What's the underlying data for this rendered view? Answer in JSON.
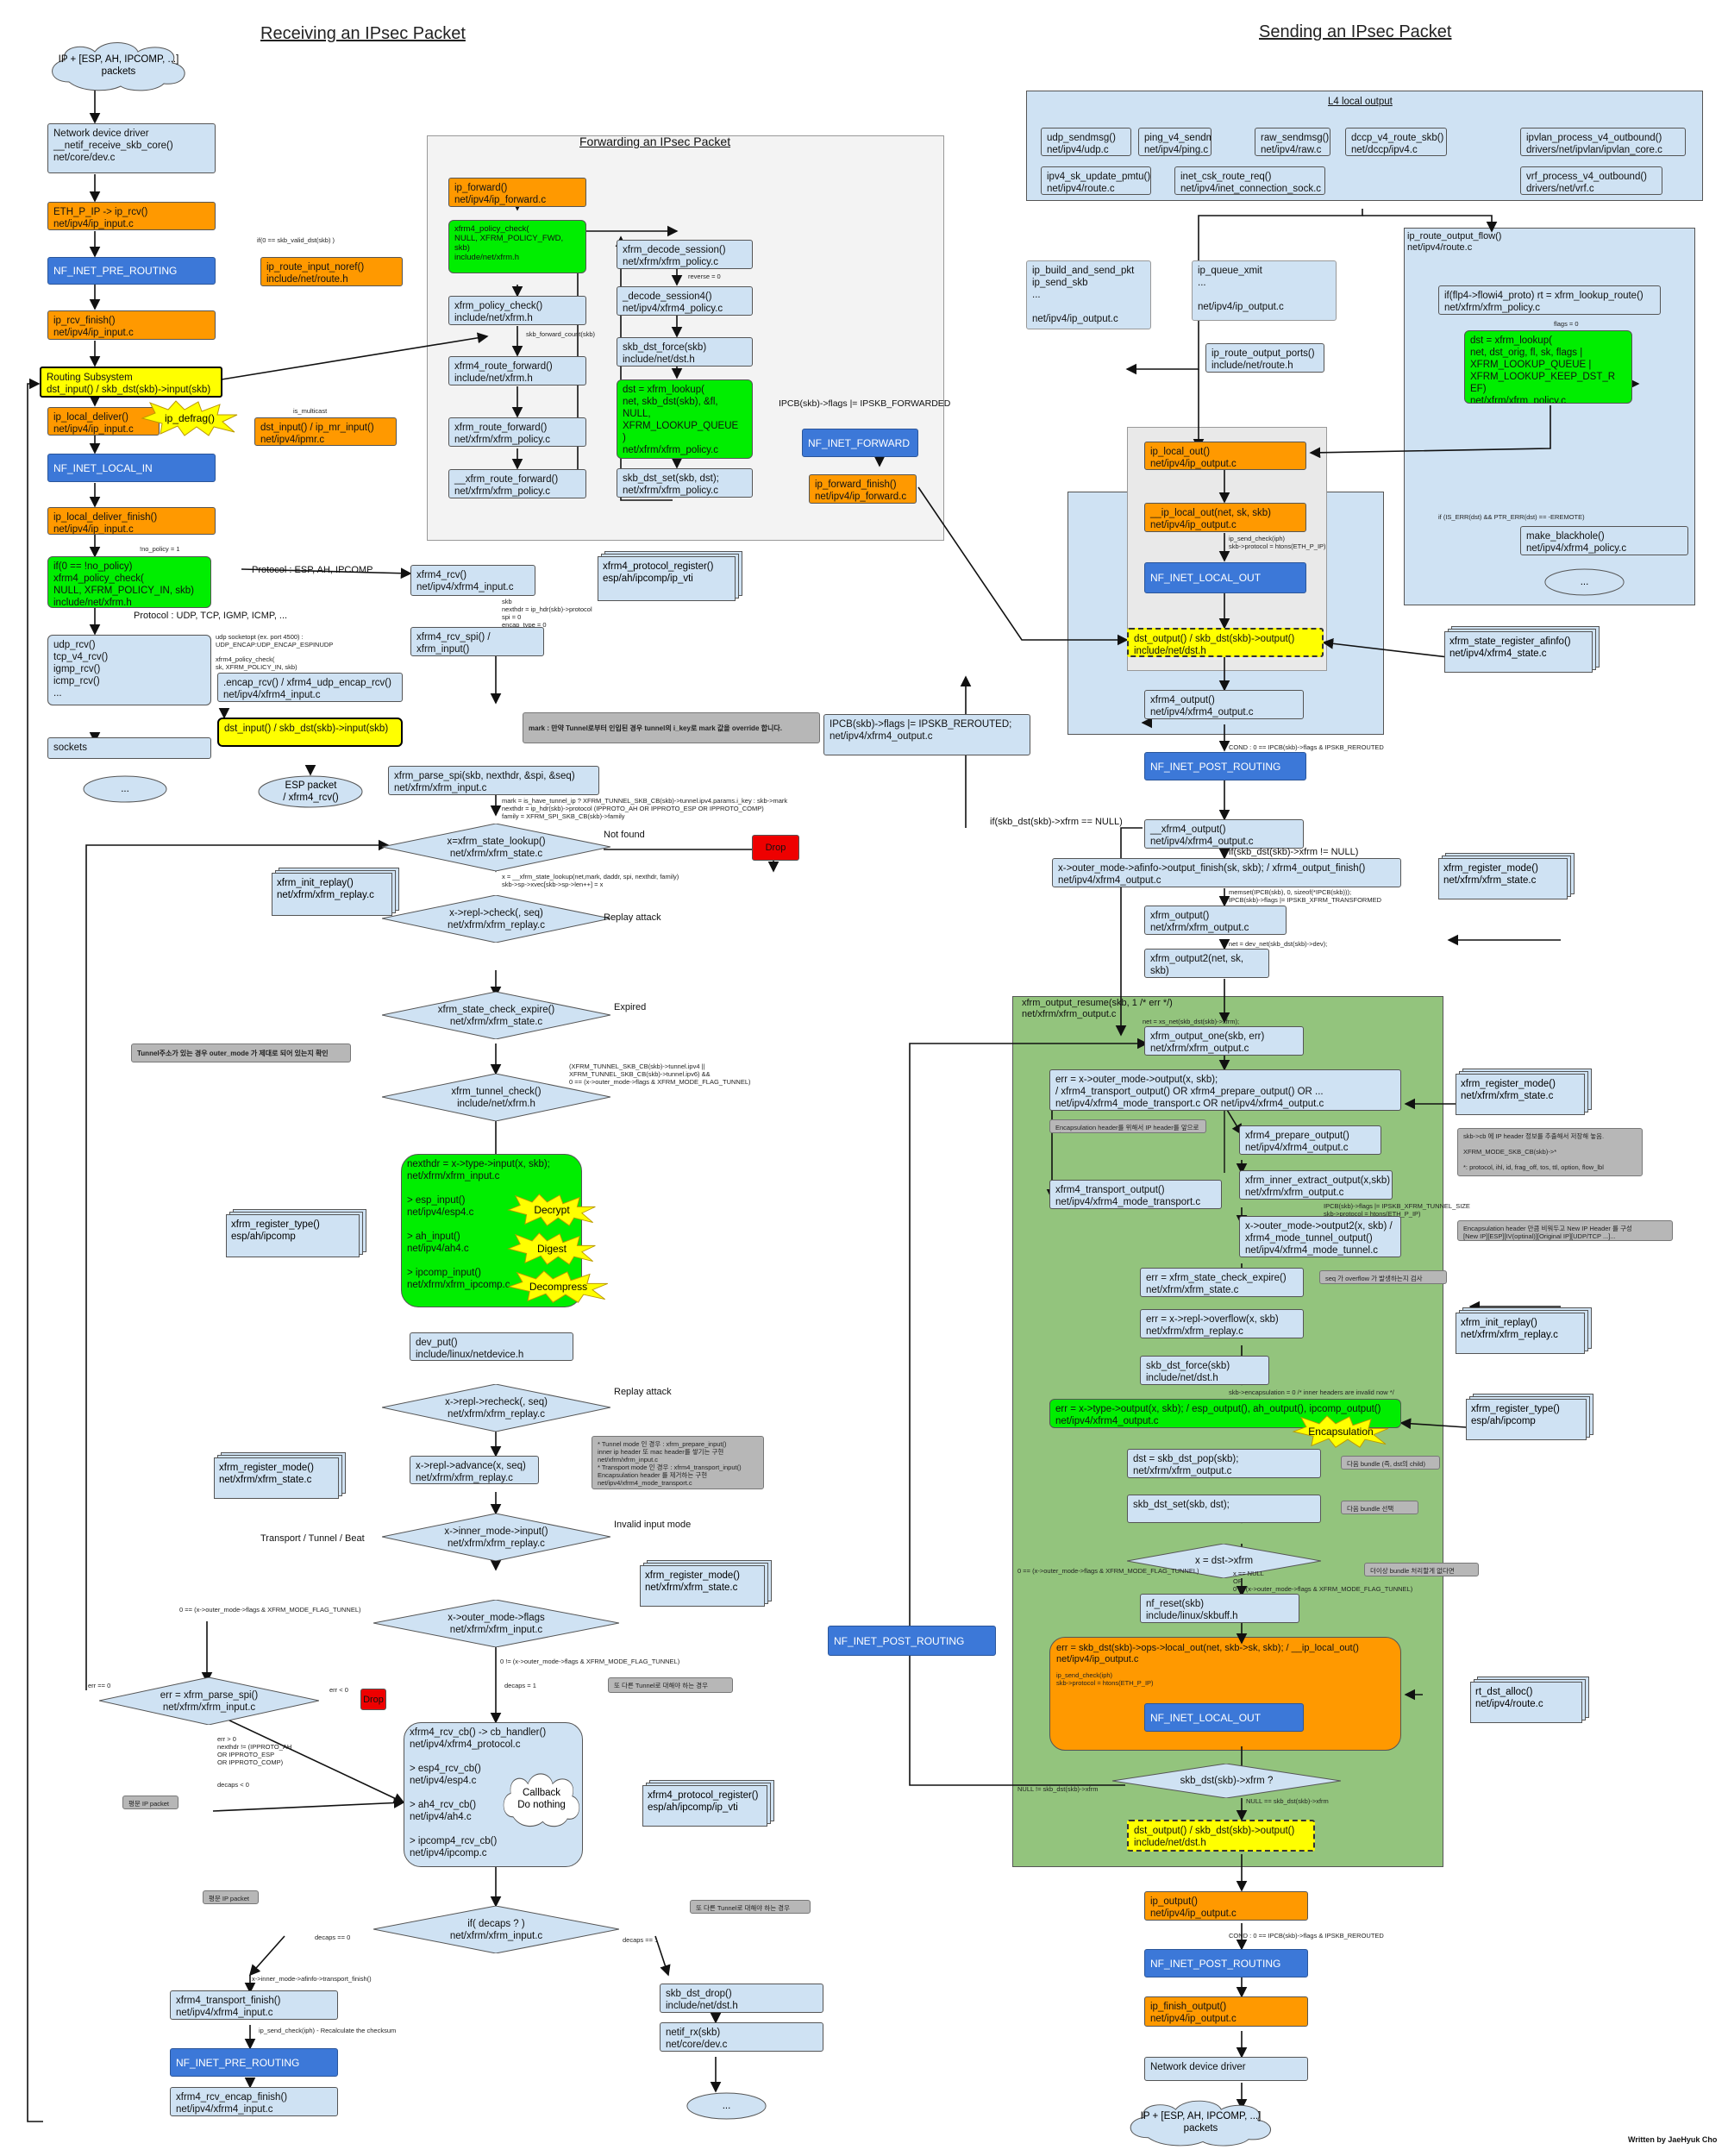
{
  "titles": {
    "recv": "Receiving an IPsec Packet",
    "send": "Sending an IPsec Packet",
    "fwd": "Forwarding an IPsec Packet",
    "l4": "L4 local output",
    "sig": "Written by JaeHyuk Cho"
  },
  "colors": {
    "blue_box": "#cfe2f3",
    "orange": "#ff9900",
    "green": "#00ee00",
    "yellow": "#ffff00",
    "nf_blue": "#3c78d8",
    "drop_red": "#ee0000",
    "panel_green": "#93c47d",
    "panel_gray": "#f3f3f3"
  },
  "recv": {
    "cloud_in": "IP + [ESP, AH, IPCOMP, ...]\npackets",
    "netdev": "Network device driver\n__netif_receive_skb_core()\nnet/core/dev.c",
    "ip_rcv": "ETH_P_IP -> ip_rcv()\nnet/ipv4/ip_input.c",
    "pre_routing": "NF_INET_PRE_ROUTING",
    "noref_cond": "if(0 == skb_valid_dst(skb) )",
    "noref": "ip_route_input_noref()\ninclude/net/route.h",
    "rcv_finish": "ip_rcv_finish()\nnet/ipv4/ip_input.c",
    "routing": "Routing Subsystem\ndst_input() / skb_dst(skb)->input(skb)",
    "local_deliver": "ip_local_deliver()\nnet/ipv4/ip_input.c",
    "defrag": "ip_defrag()",
    "is_multicast": "is_multicast",
    "mr_input": "dst_input() / ip_mr_input()\nnet/ipv4/ipmr.c",
    "local_in": "NF_INET_LOCAL_IN",
    "deliver_finish": "ip_local_deliver_finish()\nnet/ipv4/ip_input.c",
    "no_policy": "!no_policy = 1",
    "policy_check": "if(0 == !no_policy)\nxfrm4_policy_check(\n NULL, XFRM_POLICY_IN, skb)\ninclude/net/xfrm.h",
    "proto_esp": "Protocol : ESP, AH, IPCOMP",
    "proto_udp": "Protocol : UDP, TCP, IGMP, ICMP, ...",
    "l4rcv": "udp_rcv()\ntcp_v4_rcv()\nigmp_rcv()\nicmp_rcv()\n...",
    "encap_note": "udp socketopt (ex. port 4500) :\nUDP_ENCAP:UDP_ENCAP_ESPINUDP",
    "encap_policy": "xfrm4_policy_check(\n sk, XFRM_POLICY_IN, skb)",
    "encap_rcv": ".encap_rcv() / xfrm4_udp_encap_rcv()\nnet/ipv4/xfrm4_input.c",
    "dst_input2": "dst_input() / skb_dst(skb)->input(skb)",
    "esp_packet": "ESP packet\n/ xfrm4_rcv()",
    "sockets": "sockets",
    "dots1": "...",
    "xfrm4_rcv": "xfrm4_rcv()\nnet/ipv4/xfrm4_input.c",
    "proto_register": "xfrm4_protocol_register()\nesp/ah/ipcomp/ip_vti",
    "spi_note": "skb\nnexthdr = ip_hdr(skb)->protocol\nspi = 0\nencap_type = 0",
    "rcv_spi": "xfrm4_rcv_spi() / xfrm_input()\nnet/xfrm/xfrm_input.c",
    "mark_note": "mark : 만약 Tunnel로부터 인입된 경우 tunnel의 i_key로 mark 값을 override 합니다.",
    "parse_spi": "xfrm_parse_spi(skb, nexthdr, &spi, &seq)\nnet/xfrm/xfrm_input.c",
    "parse_note": "mark = is_have_tunnel_ip ? XFRM_TUNNEL_SKB_CB(skb)->tunnel.ipv4.params.i_key : skb->mark\nnexthdr = ip_hdr(skb)->protocol (IPPROTO_AH OR IPPROTO_ESP OR IPPROTO_COMP)\nfamily = XFRM_SPI_SKB_CB(skb)->family",
    "state_lookup": "x=xfrm_state_lookup()\nnet/xfrm/xfrm_state.c",
    "not_found": "Not found",
    "drop": "Drop",
    "init_replay": "xfrm_init_replay()\nnet/xfrm/xfrm_replay.c",
    "lookup_note": "x = __xfrm_state_lookup(net,mark, daddr, spi, nexthdr, family)\nskb->sp->xvec[skb->sp->len++] = x",
    "repl_check": "x->repl->check(, seq)\nnet/xfrm/xfrm_replay.c",
    "replay_attack": "Replay attack",
    "check_expire": "xfrm_state_check_expire()\nnet/xfrm/xfrm_state.c",
    "expired": "Expired",
    "tunnel_note": "Tunnel주소가 있는 경우 outer_mode 가 제대로 되어 있는지 확인",
    "tunnel_check": "xfrm_tunnel_check()\ninclude/net/xfrm.h",
    "tunnel_cond": "(XFRM_TUNNEL_SKB_CB(skb)->tunnel.ipv4 ||\n XFRM_TUNNEL_SKB_CB(skb)->tunnel.ipv6) &&\n0 == (x->outer_mode->flags & XFRM_MODE_FLAG_TUNNEL)",
    "type_input": "nexthdr = x->type->input(x, skb);\nnet/xfrm/xfrm_input.c\n\n> esp_input()\nnet/ipv4/esp4.c\n\n> ah_input()\nnet/ipv4/ah4.c\n\n> ipcomp_input()\nnet/xfrm/xfrm_ipcomp.c",
    "decrypt": "Decrypt",
    "digest": "Digest",
    "decompress": "Decompress",
    "register_type": "xfrm_register_type()\nesp/ah/ipcomp",
    "dev_put": "dev_put()\ninclude/linux/netdevice.h",
    "recheck": "x->repl->recheck(, seq)\nnet/xfrm/xfrm_replay.c",
    "replay_attack2": "Replay attack",
    "advance": "x->repl->advance(x, seq)\nnet/xfrm/xfrm_replay.c",
    "mode_note": "* Tunnel mode 인 경우 : xfrm_prepare_input()\n   inner ip header 또 mac header를 쌓기는 구현\n   net/xfrm/xfrm_input.c\n* Transport mode 인 경우 : xfrm4_transport_input()\n   Encapsulation header 를 제거하는 구현\n   net/ipv4/xfrm4_mode_transport.c",
    "register_mode": "xfrm_register_mode()\nnet/xfrm/xfrm_state.c",
    "inner_input": "x->inner_mode->input()\nnet/xfrm/xfrm_replay.c",
    "transport_tunnel": "Transport / Tunnel / Beat",
    "invalid_input": "Invalid input mode",
    "register_mode2": "xfrm_register_mode()\nnet/xfrm/xfrm_state.c",
    "flag_tunnel": "0 == (x->outer_mode->flags & XFRM_MODE_FLAG_TUNNEL)",
    "outer_flags": "x->outer_mode->flags\nnet/xfrm/xfrm_input.c",
    "flag_not_tunnel": "0 != (x->outer_mode->flags & XFRM_MODE_FLAG_TUNNEL)",
    "err_eq0": "err == 0",
    "parse_spi2": "err = xfrm_parse_spi()\nnet/xfrm/xfrm_input.c",
    "err_lt0": "err < 0",
    "drop2": "Drop",
    "decaps1": "decaps = 1",
    "tunnel_repeat": "또 다른 Tunnel로 대해야 하는 경우",
    "err_gt0": "err > 0\nnexthdr != (IPPROTO_AH\n               OR IPPROTO_ESP\n               OR IPPROTO_COMP)",
    "decaps_lt0": "decaps < 0",
    "cb_handler": "xfrm4_rcv_cb() -> cb_handler()\nnet/ipv4/xfrm4_protocol.c\n\n> esp4_rcv_cb()\nnet/ipv4/esp4.c\n\n> ah4_rcv_cb()\nnet/ipv4/ah4.c\n\n> ipcomp4_rcv_cb()\nnet/ipv4/ipcomp.c",
    "callback": "Callback\nDo nothing",
    "proto_register2": "xfrm4_protocol_register()\nesp/ah/ipcomp/ip_vti",
    "plain_ip": "평문 IP packet",
    "plain_ip2": "평문 IP packet",
    "decaps_cond": "if( decaps ? )\nnet/xfrm/xfrm_input.c",
    "decaps_eq0": "decaps == 0",
    "tunnel_repeat2": "또 다른 Tunnel로 대해야 하는 경우",
    "decaps_eq1": "decaps == 1",
    "transport_finish_lbl": "x->inner_mode->afinfo->transport_finish()",
    "transport_finish": "xfrm4_transport_finish()\nnet/ipv4/xfrm4_input.c",
    "send_check": "ip_send_check(iph) - Recalculate the checksum",
    "pre_routing2": "NF_INET_PRE_ROUTING",
    "encap_finish": "xfrm4_rcv_encap_finish()\nnet/ipv4/xfrm4_input.c",
    "dst_drop": "skb_dst_drop()\ninclude/net/dst.h",
    "netif_rx": "netif_rx(skb)\nnet/core/dev.c",
    "dots2": "..."
  },
  "fwd": {
    "ip_forward": "ip_forward()\nnet/ipv4/ip_forward.c",
    "policy_check": "xfrm4_policy_check(\n NULL, XFRM_POLICY_FWD,\nskb)\ninclude/net/xfrm.h",
    "policy_check2": "xfrm_policy_check()\ninclude/net/xfrm.h",
    "forward_count": "skb_forward_count(skb)",
    "route_forward": "xfrm4_route_forward()\ninclude/net/xfrm.h",
    "route_forward2": "xfrm_route_forward()\nnet/xfrm/xfrm_policy.c",
    "route_forward3": "__xfrm_route_forward()\nnet/xfrm/xfrm_policy.c",
    "decode_session": "xfrm_decode_session()\nnet/xfrm/xfrm_policy.c",
    "reverse": "reverse = 0",
    "decode_session4": "_decode_session4()\nnet/ipv4/xfrm4_policy.c",
    "dst_force": "skb_dst_force(skb)\ninclude/net/dst.h",
    "xfrm_lookup": "dst = xfrm_lookup(\nnet, skb_dst(skb), &fl,\nNULL,\nXFRM_LOOKUP_QUEUE\n)\nnet/xfrm/xfrm_policy.c",
    "dst_set": "skb_dst_set(skb, dst);\nnet/xfrm/xfrm_policy.c",
    "flags_fwd": "IPCB(skb)->flags |= IPSKB_FORWARDED",
    "nf_forward": "NF_INET_FORWARD",
    "forward_finish": "ip_forward_finish()\nnet/ipv4/ip_forward.c"
  },
  "send": {
    "l4": [
      "udp_sendmsg()\nnet/ipv4/udp.c",
      "ping_v4_sendmsg()\nnet/ipv4/ping.c",
      "raw_sendmsg()\nnet/ipv4/raw.c",
      "dccp_v4_route_skb()\nnet/dccp/ipv4.c",
      "ipvlan_process_v4_outbound()\ndrivers/net/ipvlan/ipvlan_core.c",
      "ipv4_sk_update_pmtu()\nnet/ipv4/route.c",
      "inet_csk_route_req()\nnet/ipv4/inet_connection_sock.c",
      "vrf_process_v4_outbound()\ndrivers/net/vrf.c"
    ],
    "build_and_send": "ip_build_and_send_pkt\nip_send_skb\n...\n\nnet/ipv4/ip_output.c",
    "queue_xmit": "ip_queue_xmit\n...\n\nnet/ipv4/ip_output.c",
    "output_ports": "ip_route_output_ports()\ninclude/net/route.h",
    "output_flow": "ip_route_output_flow()\nnet/ipv4/route.c",
    "flowi4": "if(flp4->flowi4_proto) rt = xfrm_lookup_route()\nnet/xfrm/xfrm_policy.c",
    "flags0": "flags = 0",
    "xfrm_lookup_send": "dst = xfrm_lookup(\nnet, dst_orig, fl, sk, flags |\nXFRM_LOOKUP_QUEUE |\nXFRM_LOOKUP_KEEP_DST_R\nEF)\nnet/xfrm/xfrm_policy.c",
    "is_err": "if (IS_ERR(dst) && PTR_ERR(dst) == -EREMOTE)",
    "blackhole": "make_blackhole()\nnet/ipv4/xfrm4_policy.c",
    "dots3": "...",
    "local_out": "ip_local_out()\nnet/ipv4/ip_output.c",
    "local_out2": "__ip_local_out(net, sk, skb)\nnet/ipv4/ip_output.c",
    "send_check1": "ip_send_check(iph)\nskb->protocol = htons(ETH_P_IP)",
    "nf_local_out": "NF_INET_LOCAL_OUT",
    "dst_output": "dst_output() / skb_dst(skb)->output()\ninclude/net/dst.h",
    "afinfo": "xfrm_state_register_afinfo()\nnet/ipv4/xfrm4_state.c",
    "xfrm4_output": "xfrm4_output()\nnet/ipv4/xfrm4_output.c",
    "rerouted": "IPCB(skb)->flags |= IPSKB_REROUTED;\nnet/ipv4/xfrm4_output.c",
    "cond_rerouted": "COND : 0 == IPCB(skb)->flags & IPSKB_REROUTED",
    "post_routing": "NF_INET_POST_ROUTING",
    "xfrm_null": "if(skb_dst(skb)->xfrm == NULL)",
    "xfrm_output_": "__xfrm4_output()\nnet/ipv4/xfrm4_output.c",
    "xfrm_not_null": "if(skb_dst(skb)->xfrm != NULL)",
    "output_finish": "x->outer_mode->afinfo->output_finish(sk, skb); / xfrm4_output_finish()\nnet/ipv4/xfrm4_output.c",
    "register_mode3": "xfrm_register_mode()\nnet/xfrm/xfrm_state.c",
    "memset_note": "memset(IPCB(skb), 0, sizeof(*IPCB(skb)));\nIPCB(skb)->flags |= IPSKB_XFRM_TRANSFORMED",
    "xfrm_output": "xfrm_output()\nnet/xfrm/xfrm_output.c",
    "net_note": "net = dev_net(skb_dst(skb)->dev);",
    "xfrm_output2": "xfrm_output2(net, sk, skb)\nnet/xfrm/xfrm_output.c",
    "resume": "xfrm_output_resume(skb, 1 /* err */)\nnet/xfrm/xfrm_output.c",
    "net_note2": "net = xs_net(skb_dst(skb)->xfrm);",
    "output_one": "xfrm_output_one(skb, err)\nnet/xfrm/xfrm_output.c",
    "outer_output": "err = x->outer_mode->output(x, skb);\n/ xfrm4_transport_output() OR xfrm4_prepare_output() OR  ...\nnet/ipv4/xfrm4_mode_transport.c OR net/ipv4/xfrm4_output.c",
    "register_mode4": "xfrm_register_mode()\nnet/xfrm/xfrm_state.c",
    "encap_note2": "Encapsulation header를 위해서 IP header를 앞으로 이동",
    "prepare_output": "xfrm4_prepare_output()\nnet/ipv4/xfrm4_output.c",
    "skb_note": "skb->cb 에 IP header 정보를 추출해서 저장해 놓음.\n\nXFRM_MODE_SKB_CB(skb)->*\n\n*: protocol, ihl, id, frag_off, tos, ttl, option, flow_lbl",
    "transport_output": "xfrm4_transport_output()\nnet/ipv4/xfrm4_mode_transport.c",
    "inner_extract": "xfrm_inner_extract_output(x,skb)\nnet/xfrm/xfrm_output.c",
    "flags_tunnel": "IPCB(skb)->flags |= IPSKB_XFRM_TUNNEL_SIZE\nskb->protocol = htons(ETH_P_IP)",
    "output2": "x->outer_mode->output2(x, skb) /\nxfrm4_mode_tunnel_output()\nnet/ipv4/xfrm4_mode_tunnel.c",
    "encap_note3": "Encapsulation header 만큼 비워두고 New IP Header 를 구성\n[New IP][ESP][IV(optinal)][Original IP][UDP/TCP ...]...",
    "check_expire2": "err = xfrm_state_check_expire()\nnet/xfrm/xfrm_state.c",
    "overflow_note": "seq 가 overflow 가 발생하는지 검사",
    "overflow": "err = x->repl->overflow(x, skb)\nnet/xfrm/xfrm_replay.c",
    "init_replay2": "xfrm_init_replay()\nnet/xfrm/xfrm_replay.c",
    "dst_force2": "skb_dst_force(skb)\ninclude/net/dst.h",
    "encap_zero": "skb->encapsulation = 0 /* inner headers are invalid now */",
    "type_output": "err = x->type->output(x, skb); / esp_output(), ah_output(), ipcomp_output()\nnet/ipv4/xfrm4_output.c",
    "encapsulation": "Encapsulation",
    "register_type2": "xfrm_register_type()\nesp/ah/ipcomp",
    "dst_pop": "dst = skb_dst_pop(skb);\nnet/xfrm/xfrm_output.c",
    "next_bundle": "다음 bundle (즉, dst의 child)",
    "dst_set2": "skb_dst_set(skb, dst);",
    "select_bundle": "다음 bundle 선택",
    "x_dst": "x = dst->xfrm",
    "flag_tunnel2": "0 == (x->outer_mode->flags & XFRM_MODE_FLAG_TUNNEL)",
    "x_null": "x == NULL\nOR\n0 != (x->outer_mode->flags & XFRM_MODE_FLAG_TUNNEL)",
    "no_bundle": "더이상 bundle 처리할게 없다면",
    "nf_reset": "nf_reset(skb)\ninclude/linux/skbuff.h",
    "post_routing2": "NF_INET_POST_ROUTING",
    "local_out3": "err = skb_dst(skb)->ops->local_out(net, skb->sk, skb); / __ip_local_out()\nnet/ipv4/ip_output.c",
    "send_check2": "ip_send_check(iph)\nskb->protocol = htons(ETH_P_IP)",
    "nf_local_out2": "NF_INET_LOCAL_OUT",
    "dst_alloc": "rt_dst_alloc()\nnet/ipv4/route.c",
    "dst_xfrm": "skb_dst(skb)->xfrm ?",
    "not_null": "NULL != skb_dst(skb)->xfrm",
    "is_null": "NULL == skb_dst(skb)->xfrm",
    "dst_output2": "dst_output() / skb_dst(skb)->output()\ninclude/net/dst.h",
    "ip_output": "ip_output()\nnet/ipv4/ip_output.c",
    "cond_rerouted2": "COND : 0 == IPCB(skb)->flags & IPSKB_REROUTED",
    "post_routing3": "NF_INET_POST_ROUTING",
    "finish_output": "ip_finish_output()\nnet/ipv4/ip_output.c",
    "netdev2": "Network device driver",
    "cloud_out": "IP + [ESP, AH, IPCOMP, ...]\npackets"
  }
}
